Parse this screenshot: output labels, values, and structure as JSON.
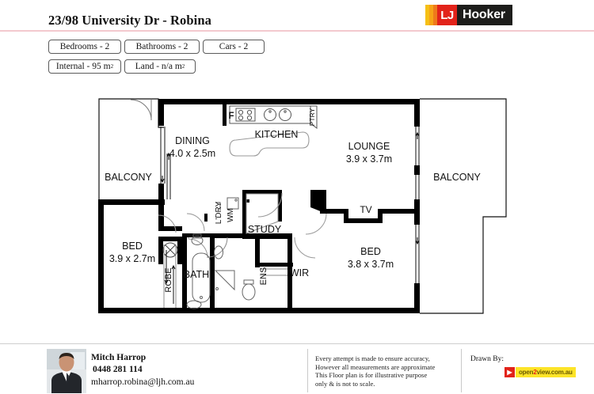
{
  "header": {
    "title": "23/98 University Dr - Robina",
    "logo": {
      "mark_text": "LJ",
      "word_text": "Hooker",
      "red": "#e2231a",
      "dark": "#1d1d1b",
      "stripes": [
        "#f6c016",
        "#f6a317",
        "#ee7a1b"
      ]
    },
    "rule_color": "#f3c9ce"
  },
  "badges": [
    {
      "id": "bedrooms",
      "label": "Bedrooms -  2"
    },
    {
      "id": "bathrooms",
      "label": "Bathrooms - 2"
    },
    {
      "id": "cars",
      "label": "Cars -  2"
    },
    {
      "id": "internal",
      "label": "Internal -  95 m",
      "sup": "2"
    },
    {
      "id": "land",
      "label": "Land - n/a  m",
      "sup": "2"
    }
  ],
  "floorplan": {
    "rooms": [
      {
        "id": "balcony-left",
        "name": "BALCONY",
        "dims": ""
      },
      {
        "id": "dining",
        "name": "DINING",
        "dims": "4.0 x 2.5m"
      },
      {
        "id": "kitchen",
        "name": "KITCHEN",
        "dims": ""
      },
      {
        "id": "lounge",
        "name": "LOUNGE",
        "dims": "3.9 x 3.7m"
      },
      {
        "id": "balcony-right",
        "name": "BALCONY",
        "dims": ""
      },
      {
        "id": "bed-left",
        "name": "BED",
        "dims": "3.9 x 2.7m"
      },
      {
        "id": "bed-right",
        "name": "BED",
        "dims": "3.8 x 3.7m"
      },
      {
        "id": "bath",
        "name": "BATH",
        "dims": ""
      },
      {
        "id": "study",
        "name": "STUDY",
        "dims": ""
      },
      {
        "id": "wir",
        "name": "WIR",
        "dims": ""
      }
    ],
    "labels": {
      "fridge": "F",
      "pantry": "PTRY",
      "tv": "TV",
      "robe": "ROBE",
      "laundry": "L'DRY",
      "washing_machine": "WM",
      "ensuite": "ENS"
    },
    "wall_color": "#000000",
    "fixture_color": "#4d4d4d"
  },
  "footer": {
    "agent": {
      "name": "Mitch Harrop",
      "phone": "0448 281 114",
      "email": "mharrop.robina@ljh.com.au"
    },
    "disclaimer": [
      "Every  attempt is made to ensure accuracy,",
      "However all measurements are approximate",
      "This Floor plan is for illustrative purpose",
      "only & is not to scale."
    ],
    "drawn_by_label": "Drawn By:",
    "drawn_by_logo": {
      "text_before": "open",
      "text_accent": "2",
      "text_after": "view.com.au",
      "band_color": "#fde428",
      "icon_color": "#e2231a"
    }
  }
}
